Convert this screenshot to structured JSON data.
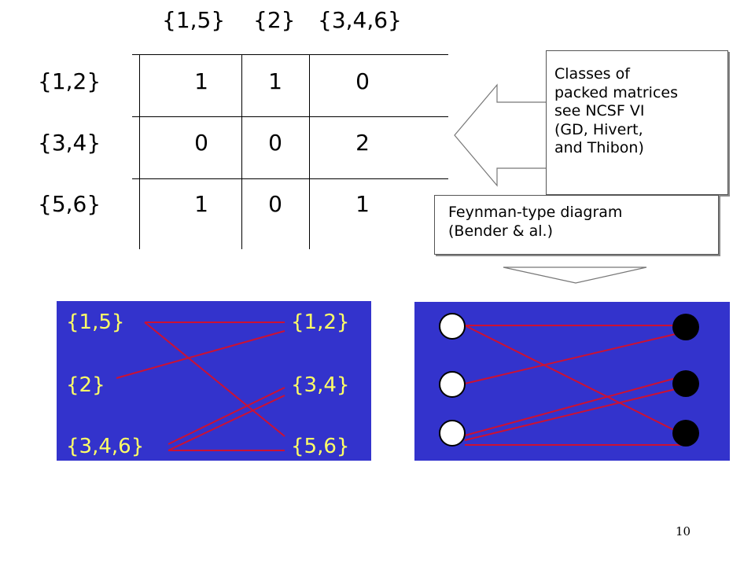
{
  "matrix": {
    "column_headers": [
      "{1,5}",
      "{2}",
      "{3,4,6}"
    ],
    "rows": [
      {
        "label": "{1,2}",
        "values": [
          "1",
          "1",
          "0"
        ]
      },
      {
        "label": "{3,4}",
        "values": [
          "0",
          "0",
          "2"
        ]
      },
      {
        "label": "{5,6}",
        "values": [
          "1",
          "0",
          "1"
        ]
      }
    ]
  },
  "callouts": {
    "classes_lines": [
      "Classes of",
      "packed matrices",
      "see NCSF VI",
      "(GD, Hivert,",
      "and Thibon)"
    ],
    "feynman_lines": [
      "Feynman-type diagram",
      "(Bender & al.)"
    ]
  },
  "bipartite": {
    "left": [
      "{1,5}",
      "{2}",
      "{3,4,6}"
    ],
    "right": [
      "{1,2}",
      "{3,4}",
      "{5,6}"
    ],
    "edges": [
      {
        "from": "{1,5}",
        "to": "{1,2}"
      },
      {
        "from": "{1,5}",
        "to": "{5,6}"
      },
      {
        "from": "{2}",
        "to": "{1,2}"
      },
      {
        "from": "{3,4,6}",
        "to": "{3,4}"
      },
      {
        "from": "{3,4,6}",
        "to": "{3,4}"
      },
      {
        "from": "{3,4,6}",
        "to": "{5,6}"
      }
    ]
  },
  "feynman": {
    "white_nodes": 3,
    "black_nodes": 3
  },
  "colors": {
    "panel": "#3333cc",
    "labels": "#ffff66",
    "edges": "#cc1133"
  },
  "page_number": "10"
}
